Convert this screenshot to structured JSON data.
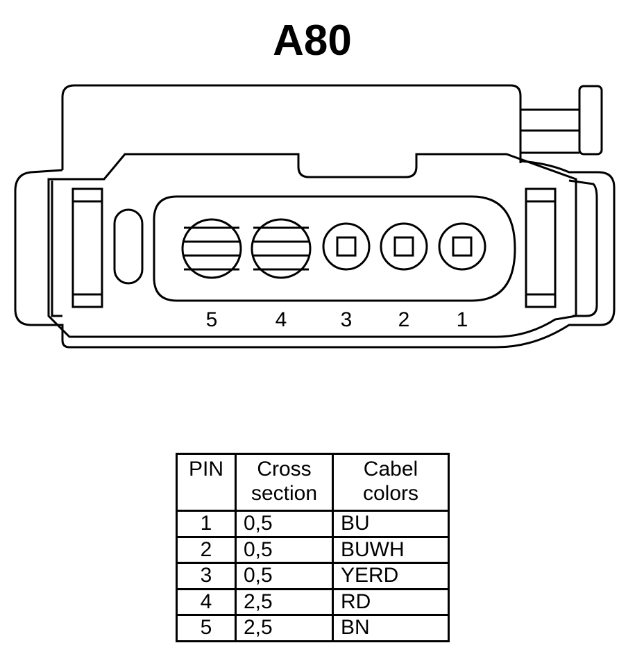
{
  "title": "A80",
  "pin_labels": [
    "5",
    "4",
    "3",
    "2",
    "1"
  ],
  "table": {
    "headers": {
      "pin": "PIN",
      "cross_section": "Cross\nsection",
      "cable_colors": "Cabel\ncolors"
    },
    "rows": [
      {
        "pin": "1",
        "cross_section": "0,5",
        "color": "BU"
      },
      {
        "pin": "2",
        "cross_section": "0,5",
        "color": "BUWH"
      },
      {
        "pin": "3",
        "cross_section": "0,5",
        "color": "YERD"
      },
      {
        "pin": "4",
        "cross_section": "2,5",
        "color": "RD"
      },
      {
        "pin": "5",
        "cross_section": "2,5",
        "color": "BN"
      }
    ]
  }
}
